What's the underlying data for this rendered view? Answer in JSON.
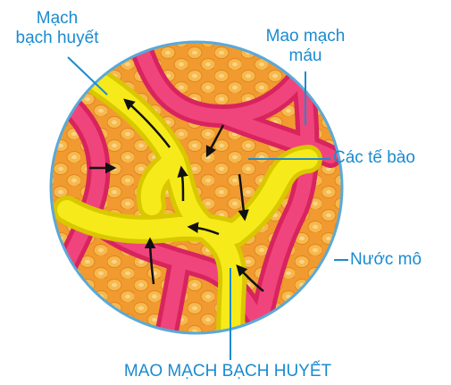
{
  "labels": {
    "lymph_vessel": [
      "Mạch",
      "bạch huyết"
    ],
    "blood_capillary": [
      "Mao mạch",
      "máu"
    ],
    "cells": "Các tế bào",
    "tissue_fluid": "Nước mô",
    "lymph_capillary": "MAO MẠCH BẠCH HUYẾT"
  },
  "colors": {
    "label_text": "#1a8bd0",
    "leader_line": "#1a8bd0",
    "circle_border": "#5aa9d6",
    "tissue_background": "#f4a23a",
    "cell_fill": "#f7b94c",
    "blood_capillary": "#e8336e",
    "lymph_capillary": "#f7ea1a",
    "arrow": "#111111"
  }
}
